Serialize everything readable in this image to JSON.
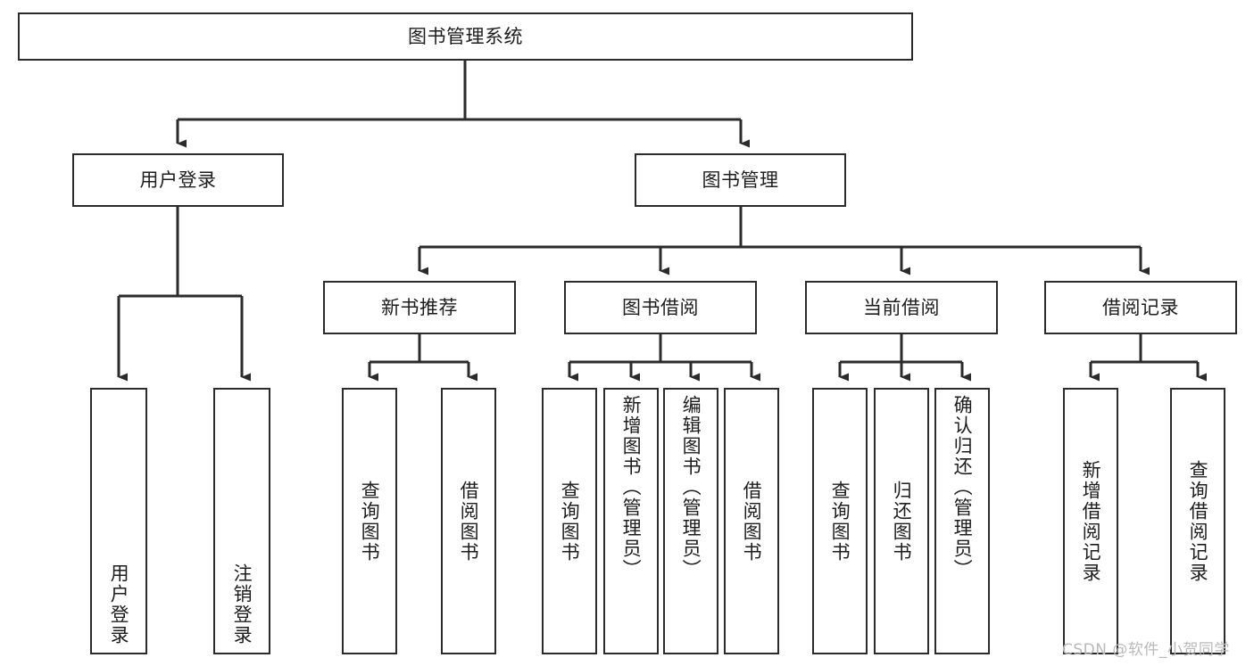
{
  "diagram": {
    "title": "图书管理系统",
    "type": "tree-hierarchy-chart",
    "colors": {
      "background": "#ffffff",
      "node_border": "#2b2b2b",
      "node_fill": "#ffffff",
      "text": "#1d1d1d",
      "edge": "#2b2b2b",
      "watermark": "#b9b9b9"
    },
    "root": {
      "label": "图书管理系统"
    },
    "level2": [
      {
        "label": "用户登录"
      },
      {
        "label": "图书管理"
      }
    ],
    "level3": [
      {
        "label": "新书推荐"
      },
      {
        "label": "图书借阅"
      },
      {
        "label": "当前借阅"
      },
      {
        "label": "借阅记录"
      }
    ],
    "leaves": {
      "user_login": [
        {
          "label": "用户登录"
        },
        {
          "label": "注销登录"
        }
      ],
      "new_book_recommend": [
        {
          "label": "查询图书"
        },
        {
          "label": "借阅图书"
        }
      ],
      "book_borrow": [
        {
          "label": "查询图书"
        },
        {
          "label": "新增图书（管理员）"
        },
        {
          "label": "编辑图书（管理员）"
        },
        {
          "label": "借阅图书"
        }
      ],
      "current_borrow": [
        {
          "label": "查询图书"
        },
        {
          "label": "归还图书"
        },
        {
          "label": "确认归还（管理员）"
        }
      ],
      "borrow_record": [
        {
          "label": "新增借阅记录"
        },
        {
          "label": "查询借阅记录"
        }
      ]
    }
  },
  "watermark": {
    "text": "CSDN @软件_小贺同学"
  }
}
